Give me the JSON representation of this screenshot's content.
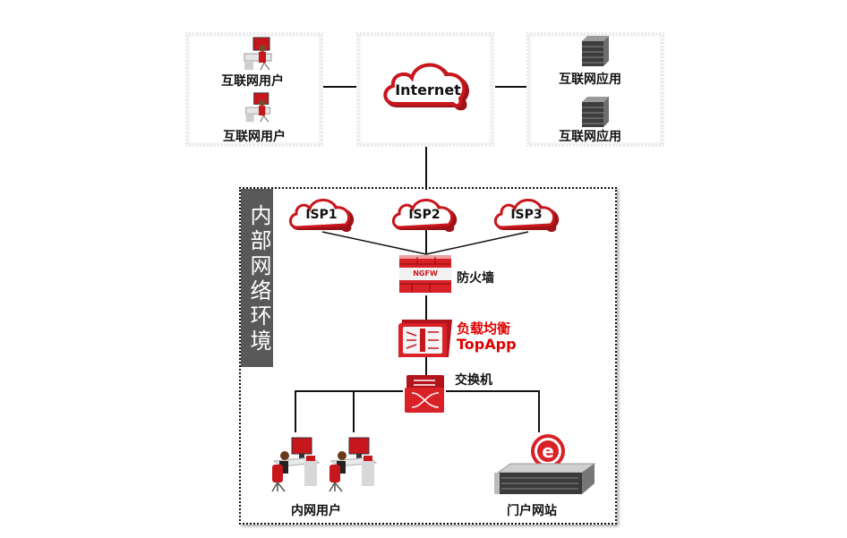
{
  "top": {
    "internet_users": [
      "互联网用户",
      "互联网用户"
    ],
    "internet_cloud": "Internet",
    "internet_apps": [
      "互联网应用",
      "互联网应用"
    ]
  },
  "internal": {
    "section_title": "内部网络环境",
    "isps": [
      "ISP1",
      "ISP2",
      "ISP3"
    ],
    "firewall": {
      "label": "防火墙",
      "badge": "NGFW"
    },
    "load_balancer": {
      "label": "负载均衡",
      "product": "TopApp"
    },
    "switch": {
      "label": "交换机"
    },
    "lan_users": {
      "label": "内网用户"
    },
    "portal": {
      "label": "门户网站"
    }
  },
  "colors": {
    "accent_red": "#c8161d",
    "highlight_text": "#e00000",
    "side_tag": "#595959"
  }
}
